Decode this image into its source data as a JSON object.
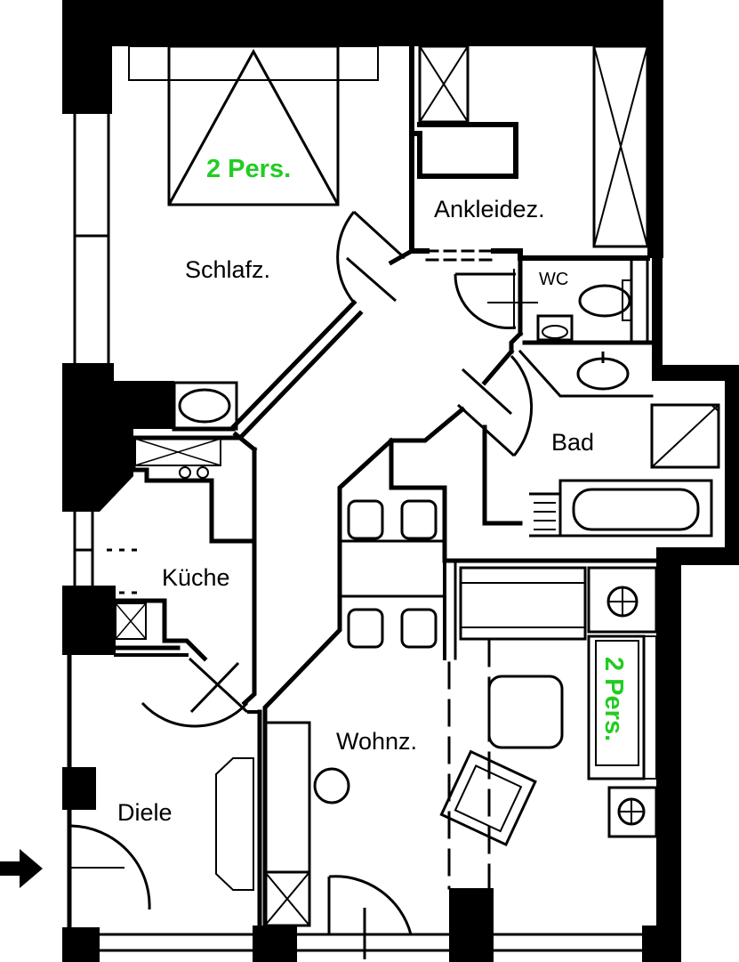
{
  "rooms": {
    "schlafzimmer": "Schlafz.",
    "ankleidezimmer": "Ankleidez.",
    "wc": "WC",
    "bad": "Bad",
    "kueche": "Küche",
    "wohnzimmer": "Wohnz.",
    "diele": "Diele"
  },
  "occupancy": {
    "bedroom": "2 Pers.",
    "sofa_bed": "2 Pers."
  },
  "icons": {
    "entrance": "entrance-arrow-icon",
    "socket": "power-socket-icon"
  },
  "colors": {
    "wall": "#000000",
    "occupancy": "#22cc22",
    "background": "#ffffff"
  }
}
